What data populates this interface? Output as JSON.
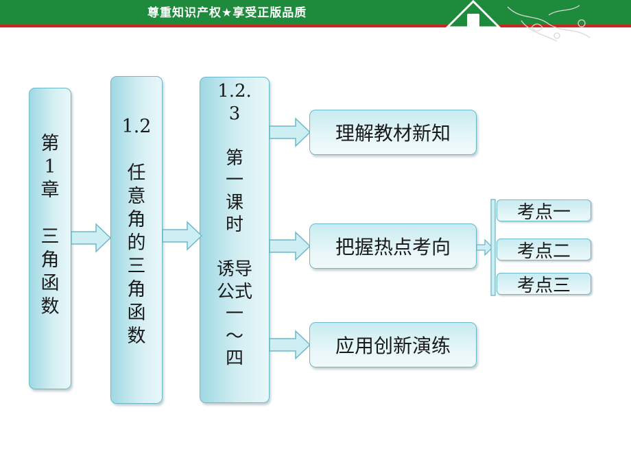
{
  "header": {
    "slogan": "尊重知识产权★享受正版品质"
  },
  "columns": [
    {
      "id": "chapter",
      "text": "第\n1\n章\n\n三\n角\n函\n数"
    },
    {
      "id": "section",
      "text": "1.2\n\n任\n意\n角\n的\n三\n角\n函\n数"
    },
    {
      "id": "lesson",
      "text": "1.2.\n3\n\n第\n一\n课\n时\n\n诱导\n公式\n一\n～\n四"
    }
  ],
  "targets": [
    {
      "id": "understand",
      "label": "理解教材新知"
    },
    {
      "id": "master",
      "label": "把握热点考向"
    },
    {
      "id": "apply",
      "label": "应用创新演练"
    }
  ],
  "points": [
    {
      "label": "考点一"
    },
    {
      "label": "考点二"
    },
    {
      "label": "考点三"
    }
  ],
  "colors": {
    "banner_green": "#1e8a3c",
    "banner_red_line": "#c8281e",
    "box_border": "#6ab8c8",
    "box_fill": "#c8ebf1",
    "arrow_fill": "#cdeef3"
  }
}
